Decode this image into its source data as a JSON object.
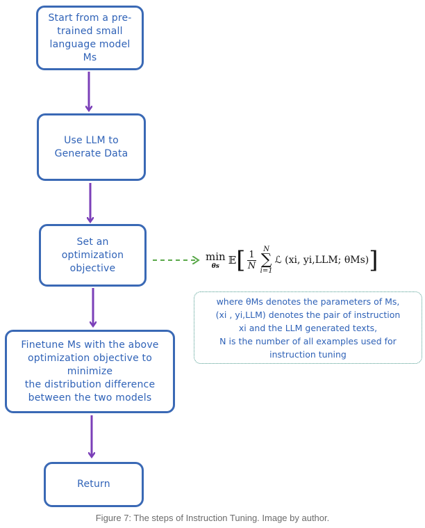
{
  "flow": {
    "step1": "Start from a pre-\ntrained small\nlanguage model Ms",
    "step2": "Use LLM to\nGenerate Data",
    "step3": "Set an optimization\nobjective",
    "step4": "Finetune Ms with the above\noptimization objective to minimize\nthe distribution difference\nbetween the two models",
    "step5": "Return"
  },
  "formula": {
    "min": "min",
    "min_sub": "θs",
    "expectation": "𝔼",
    "frac_num": "1",
    "frac_den": "N",
    "sum_top": "N",
    "sum_bottom": "i=1",
    "body": "ℒ (xi, yi,LLM; θMs)"
  },
  "note": {
    "text": "where θMs denotes the parameters of Ms,\n(xi , yi,LLM) denotes the pair of instruction\nxi and the LLM generated texts,\nN is the number of all examples used for\ninstruction tuning"
  },
  "caption": "Figure 7: The steps of Instruction Tuning. Image by author.",
  "colors": {
    "box_border": "#3a69b5",
    "box_text": "#2f62b7",
    "arrow": "#7b3fb8",
    "dashed_arrow": "#5aa94a",
    "note_border": "#4a9a8e"
  }
}
